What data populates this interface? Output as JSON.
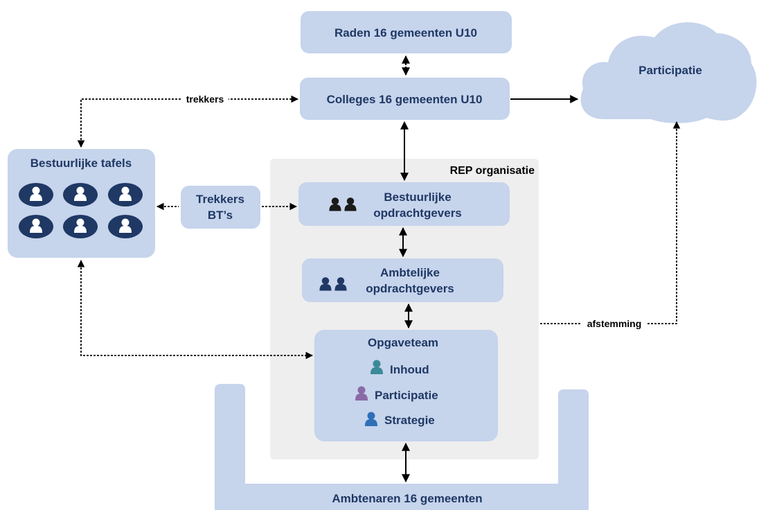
{
  "colors": {
    "box_fill": "#c6d4ec",
    "org_fill": "#eeeeee",
    "text": "#1f3864",
    "arrow": "#000000",
    "icon_dark": "#1f3864",
    "icon_inhoud": "#3a8a97",
    "icon_participatie": "#8a6aa6",
    "icon_strategie": "#2e6fb8"
  },
  "nodes": {
    "raden": "Raden 16 gemeenten U10",
    "colleges": "Colleges 16 gemeenten U10",
    "participatie_cloud": "Participatie",
    "bestuurlijke_tafels": "Bestuurlijke tafels",
    "trekkers_bt_line1": "Trekkers",
    "trekkers_bt_line2": "BT’s",
    "rep_organisatie": "REP organisatie",
    "bestuurlijke_og_line1": "Bestuurlijke",
    "bestuurlijke_og_line2": "opdrachtgevers",
    "ambtelijke_og_line1": "Ambtelijke",
    "ambtelijke_og_line2": "opdrachtgevers",
    "opgaveteam": "Opgaveteam",
    "inhoud": "Inhoud",
    "participatie": "Participatie",
    "strategie": "Strategie",
    "ambtenaren": "Ambtenaren 16 gemeenten"
  },
  "edge_labels": {
    "trekkers": "trekkers",
    "afstemming": "afstemming"
  },
  "icons": {
    "bestuurlijke_tafels_icons": "user-circle-icon",
    "bestuurlijke_og_icon": "people-icon",
    "ambtelijke_og_icon": "people-icon",
    "inhoud_icon": "person-icon",
    "participatie_icon": "person-icon",
    "strategie_icon": "person-icon"
  }
}
